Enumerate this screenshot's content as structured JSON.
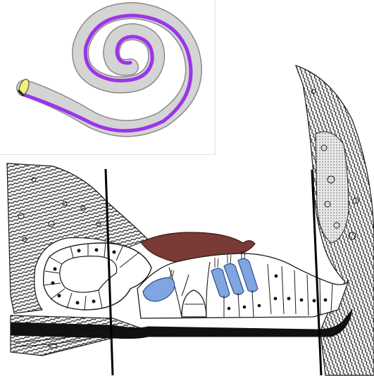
{
  "figure": {
    "inset": {
      "subject": "cochlea-spiral",
      "colors": {
        "duct": "#9b35e8",
        "tube": "#d4d4d4",
        "outline": "#8a8a8a",
        "cut_end": "#f2f07a"
      }
    },
    "cross_section": {
      "subject": "organ-of-corti",
      "colors": {
        "tectorial_membrane": "#7a3a35",
        "hair_cells": "#7fa6e0",
        "tissue": "#2a2a2a",
        "basilar_membrane": "#111111"
      },
      "marker_lines": [
        {
          "name": "left-marker-line"
        },
        {
          "name": "right-marker-line"
        }
      ]
    }
  }
}
